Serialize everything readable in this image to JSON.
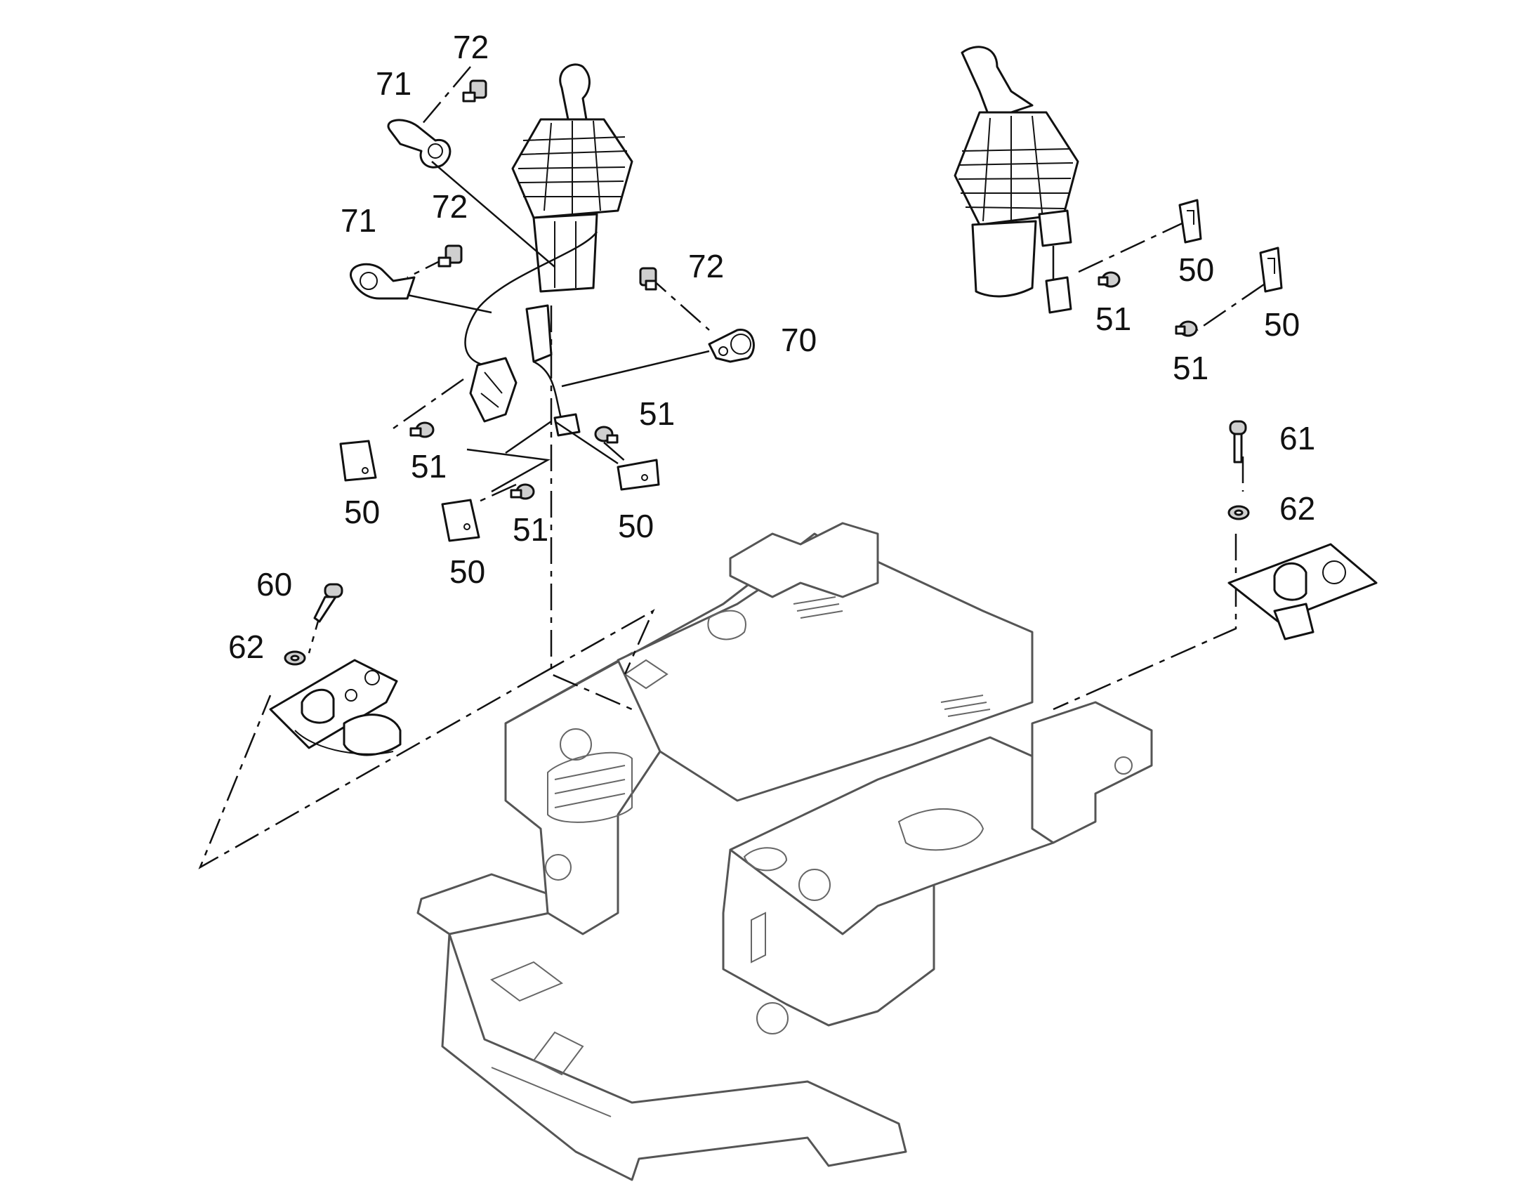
{
  "callouts": {
    "c72_a": "72",
    "c71_a": "71",
    "c71_b": "71",
    "c72_b": "72",
    "c72_c": "72",
    "c70": "70",
    "c51_a": "51",
    "c51_b": "51",
    "c50_a": "50",
    "c51_c": "51",
    "c50_b": "50",
    "c50_c": "50",
    "c50_d": "50",
    "c51_d": "51",
    "c50_e": "50",
    "c51_e": "51",
    "c61": "61",
    "c62_a": "62",
    "c60": "60",
    "c62_b": "62"
  }
}
